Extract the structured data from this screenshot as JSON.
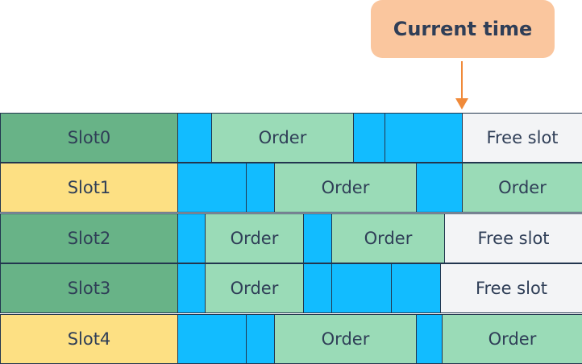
{
  "callout": {
    "label": "Current time"
  },
  "slots": [
    {
      "label": "Slot0",
      "style": "slot-green",
      "segments": [
        {
          "kind": "busy",
          "label": ""
        },
        {
          "kind": "order",
          "label": "Order"
        },
        {
          "kind": "busy",
          "label": ""
        },
        {
          "kind": "busy",
          "label": ""
        },
        {
          "kind": "free",
          "label": "Free slot"
        }
      ]
    },
    {
      "label": "Slot1",
      "style": "slot-yellow",
      "segments": [
        {
          "kind": "busy",
          "label": ""
        },
        {
          "kind": "busy",
          "label": ""
        },
        {
          "kind": "order",
          "label": "Order"
        },
        {
          "kind": "busy",
          "label": ""
        },
        {
          "kind": "order",
          "label": "Order"
        }
      ]
    },
    {
      "label": "Slot2",
      "style": "slot-green",
      "segments": [
        {
          "kind": "busy",
          "label": ""
        },
        {
          "kind": "order",
          "label": "Order"
        },
        {
          "kind": "busy",
          "label": ""
        },
        {
          "kind": "order",
          "label": "Order"
        },
        {
          "kind": "free",
          "label": "Free slot"
        }
      ]
    },
    {
      "label": "Slot3",
      "style": "slot-green",
      "segments": [
        {
          "kind": "busy",
          "label": ""
        },
        {
          "kind": "order",
          "label": "Order"
        },
        {
          "kind": "busy",
          "label": ""
        },
        {
          "kind": "busy",
          "label": ""
        },
        {
          "kind": "busy",
          "label": ""
        },
        {
          "kind": "free",
          "label": "Free slot"
        }
      ]
    },
    {
      "label": "Slot4",
      "style": "slot-yellow",
      "segments": [
        {
          "kind": "busy",
          "label": ""
        },
        {
          "kind": "busy",
          "label": ""
        },
        {
          "kind": "order",
          "label": "Order"
        },
        {
          "kind": "busy",
          "label": ""
        },
        {
          "kind": "order",
          "label": "Order"
        }
      ]
    }
  ],
  "colors": {
    "slot_green": "#68B387",
    "slot_yellow": "#FDE083",
    "busy": "#12BCFF",
    "order": "#9ADBB7",
    "free": "#F3F4F6",
    "callout": "#FAC69E",
    "arrow": "#F08A3A"
  }
}
